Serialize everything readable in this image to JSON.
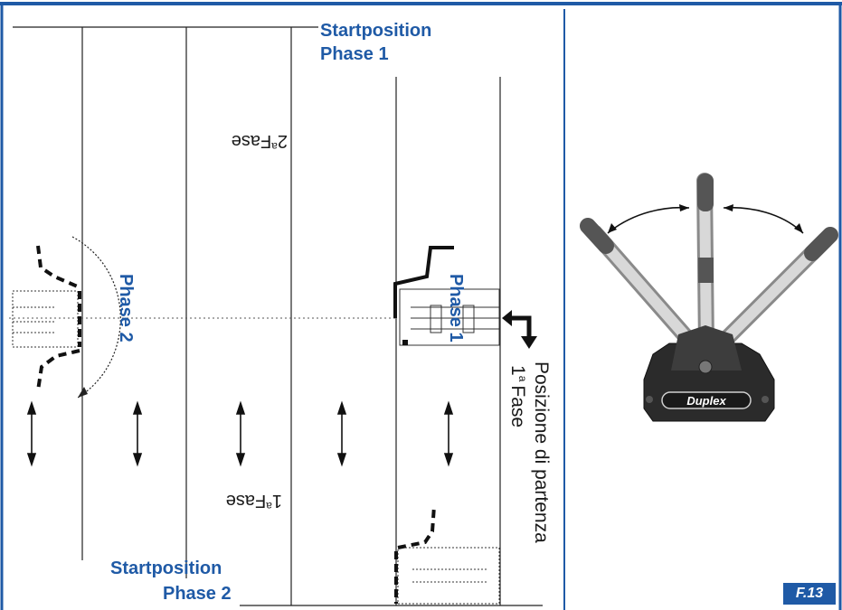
{
  "colors": {
    "frame": "#1f5aa6",
    "label_blue": "#1f5aa6",
    "ink": "#1a1a1a"
  },
  "labels": {
    "startposition_phase1_line1": "Startposition",
    "startposition_phase1_line2": "Phase 1",
    "startposition_phase2_line1": "Startposition",
    "startposition_phase2_line2": "Phase 2",
    "phase1": "Phase 1",
    "phase2": "Phase 2",
    "fase2_num": "2",
    "fase2_sup": "a",
    "fase2_word": "Fase",
    "fase1_num": "1",
    "fase1_sup": "a",
    "fase1_word": "Fase",
    "posizione_line1": "Posizione di partenza",
    "posizione_num": "1",
    "posizione_sup": "a",
    "posizione_word": "Fase"
  },
  "machine": {
    "brand": "Duplex"
  },
  "figure": {
    "badge": "F.13"
  }
}
